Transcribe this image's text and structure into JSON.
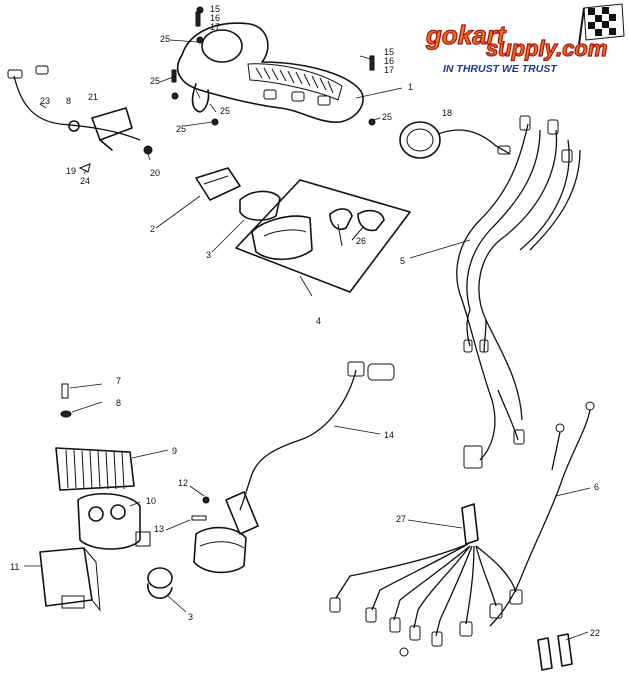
{
  "logo": {
    "line1": "gokart",
    "line2": "supply.com",
    "tagline": "IN THRUST WE TRUST",
    "colors": {
      "fill": "#e8761c",
      "outline": "#b01010",
      "tagline": "#1f3a8a"
    }
  },
  "callouts": {
    "c15a": "15",
    "c16a": "16",
    "c17a": "17",
    "c25a": "25",
    "c25b": "25",
    "c25c": "25",
    "c25d": "25",
    "c25e": "25",
    "c15b": "15",
    "c16b": "16",
    "c17b": "17",
    "c1": "1",
    "c18": "18",
    "c23": "23",
    "c8a": "8",
    "c21": "21",
    "c20": "20",
    "c19": "19",
    "c24": "24",
    "c2": "2",
    "c3a": "3",
    "c26": "26",
    "c5": "5",
    "c4": "4",
    "c7": "7",
    "c8b": "8",
    "c9": "9",
    "c14": "14",
    "c12": "12",
    "c10": "10",
    "c13": "13",
    "c11": "11",
    "c3b": "3",
    "c27": "27",
    "c6": "6",
    "c22": "22"
  }
}
